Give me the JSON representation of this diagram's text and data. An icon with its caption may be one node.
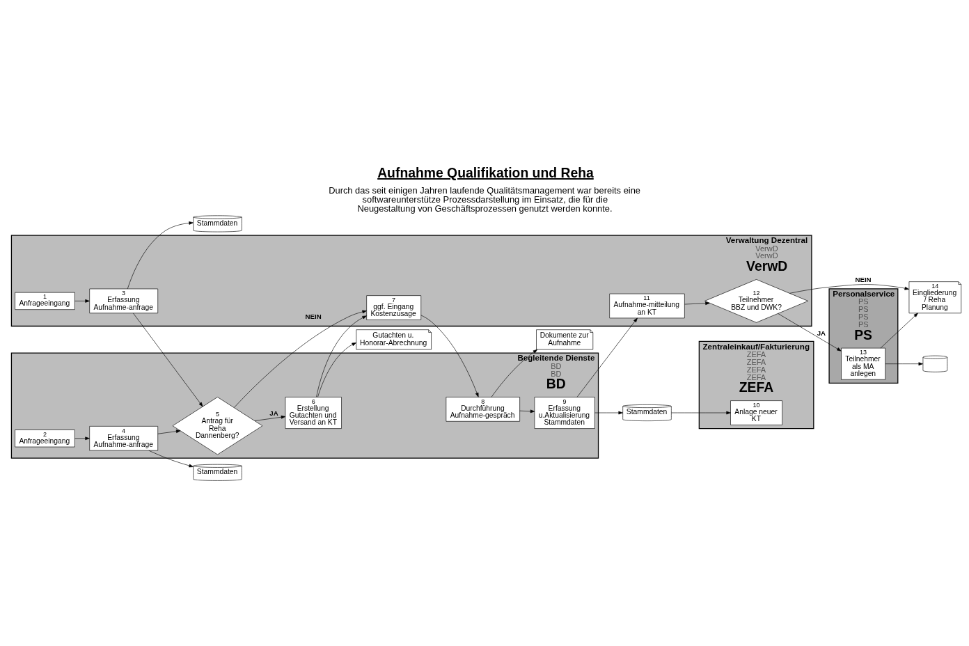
{
  "diagram": {
    "title": "Aufnahme Qualifikation und Reha",
    "caption": "Durch das seit einigen Jahren laufende Qualitätsmanagement war bereits eine softwareunterstütze Prozessdarstellung im Einsatz, die für die Neugestaltung von Geschäftsprozessen genutzt werden konnte.",
    "nodes": [
      {
        "text": [
          "Verwaltung Dezentral",
          "VerwD",
          "VerwD",
          "VerwD"
        ]
      },
      {
        "text": [
          "1",
          "Anfrageeingang"
        ],
        "in": 0
      },
      {
        "text": [
          "3",
          "Erfassung Aufnahme-anfrage"
        ],
        "in": 0
      },
      {
        "text": [
          "7",
          "ggf. Eingang Kostenzusage"
        ],
        "in": 0
      },
      {
        "text": [
          "11",
          "Aufnahme-mitteilung an KT"
        ],
        "in": 0
      },
      {
        "text": [
          "12",
          "Teilnehmer BBZ und DWK?"
        ],
        "in": 0
      },
      {
        "text": [
          "14",
          "Eingliederung / Reha Planung"
        ]
      },
      {
        "text": [
          "Stammdaten"
        ]
      },
      {
        "text": [
          "Begleitende Dienste",
          "BD",
          "BD",
          "BD"
        ]
      },
      {
        "text": [
          "2",
          "Anfrageeingang"
        ],
        "in": 8
      },
      {
        "text": [
          "4",
          "Erfassung Aufnahme-anfrage"
        ],
        "in": 8
      },
      {
        "text": [
          "5",
          "Antrag für Reha Dannenberg?"
        ],
        "in": 8
      },
      {
        "text": [
          "6",
          "Erstellung Gutachten und Versand an KT"
        ],
        "in": 8
      },
      {
        "text": [
          "8",
          "Durchführung Aufnahme-gespräch"
        ],
        "in": 8
      },
      {
        "text": [
          "9",
          "Erfassung u.Aktualisierung Stammdaten"
        ],
        "in": 8
      },
      {
        "text": [
          "Stammdaten"
        ]
      },
      {
        "text": [
          "Gutachten u. Honorar-Abrechnung"
        ]
      },
      {
        "text": [
          "Dokumente zur Aufnahme"
        ]
      },
      {
        "text": [
          "Stammdaten"
        ]
      },
      {
        "text": [
          "Zentraleinkauf/Fakturierung",
          "ZEFA",
          "ZEFA",
          "ZEFA",
          "ZEFA",
          "ZEFA"
        ]
      },
      {
        "text": [
          "10",
          "Anlage neuer KT"
        ],
        "in": 19
      },
      {
        "text": [
          "Personalservice",
          "PS",
          "PS",
          "PS",
          "PS",
          "PS"
        ]
      },
      {
        "text": [
          "13",
          "Teilnehmer als MA anlegen"
        ],
        "in": 21
      },
      {
        "text": [],
        "shape": "cylinder"
      }
    ],
    "edges": [
      {
        "from": 1,
        "to": 2,
        "arrow": "to"
      },
      {
        "from": 2,
        "to": 7,
        "arrow": "to"
      },
      {
        "from": 2,
        "to": 11,
        "arrow": "to"
      },
      {
        "from": 9,
        "to": 10,
        "arrow": "to"
      },
      {
        "from": 10,
        "to": 15,
        "arrow": "to"
      },
      {
        "from": 10,
        "to": 11,
        "arrow": "to"
      },
      {
        "from": 11,
        "to": 12,
        "arrow": "to",
        "label": "JA"
      },
      {
        "from": 11,
        "to": 3,
        "arrow": "to",
        "label": "NEIN"
      },
      {
        "from": 12,
        "to": 3,
        "arrow": "to"
      },
      {
        "from": 12,
        "to": 16,
        "arrow": "to"
      },
      {
        "from": 3,
        "to": 13,
        "arrow": "to"
      },
      {
        "from": 13,
        "to": 14,
        "arrow": "to"
      },
      {
        "from": 13,
        "to": 17,
        "arrow": "to"
      },
      {
        "from": 14,
        "to": 4,
        "arrow": "to"
      },
      {
        "from": 14,
        "to": 18,
        "arrow": "to"
      },
      {
        "from": 18,
        "to": 20,
        "arrow": "to"
      },
      {
        "from": 4,
        "to": 5,
        "arrow": "to"
      },
      {
        "from": 5,
        "to": 6,
        "arrow": "to",
        "label": "NEIN"
      },
      {
        "from": 5,
        "to": 22,
        "arrow": "to",
        "label": "JA"
      },
      {
        "from": 22,
        "to": 6,
        "arrow": "to"
      },
      {
        "from": 22,
        "to": 23,
        "arrow": "to"
      }
    ]
  }
}
